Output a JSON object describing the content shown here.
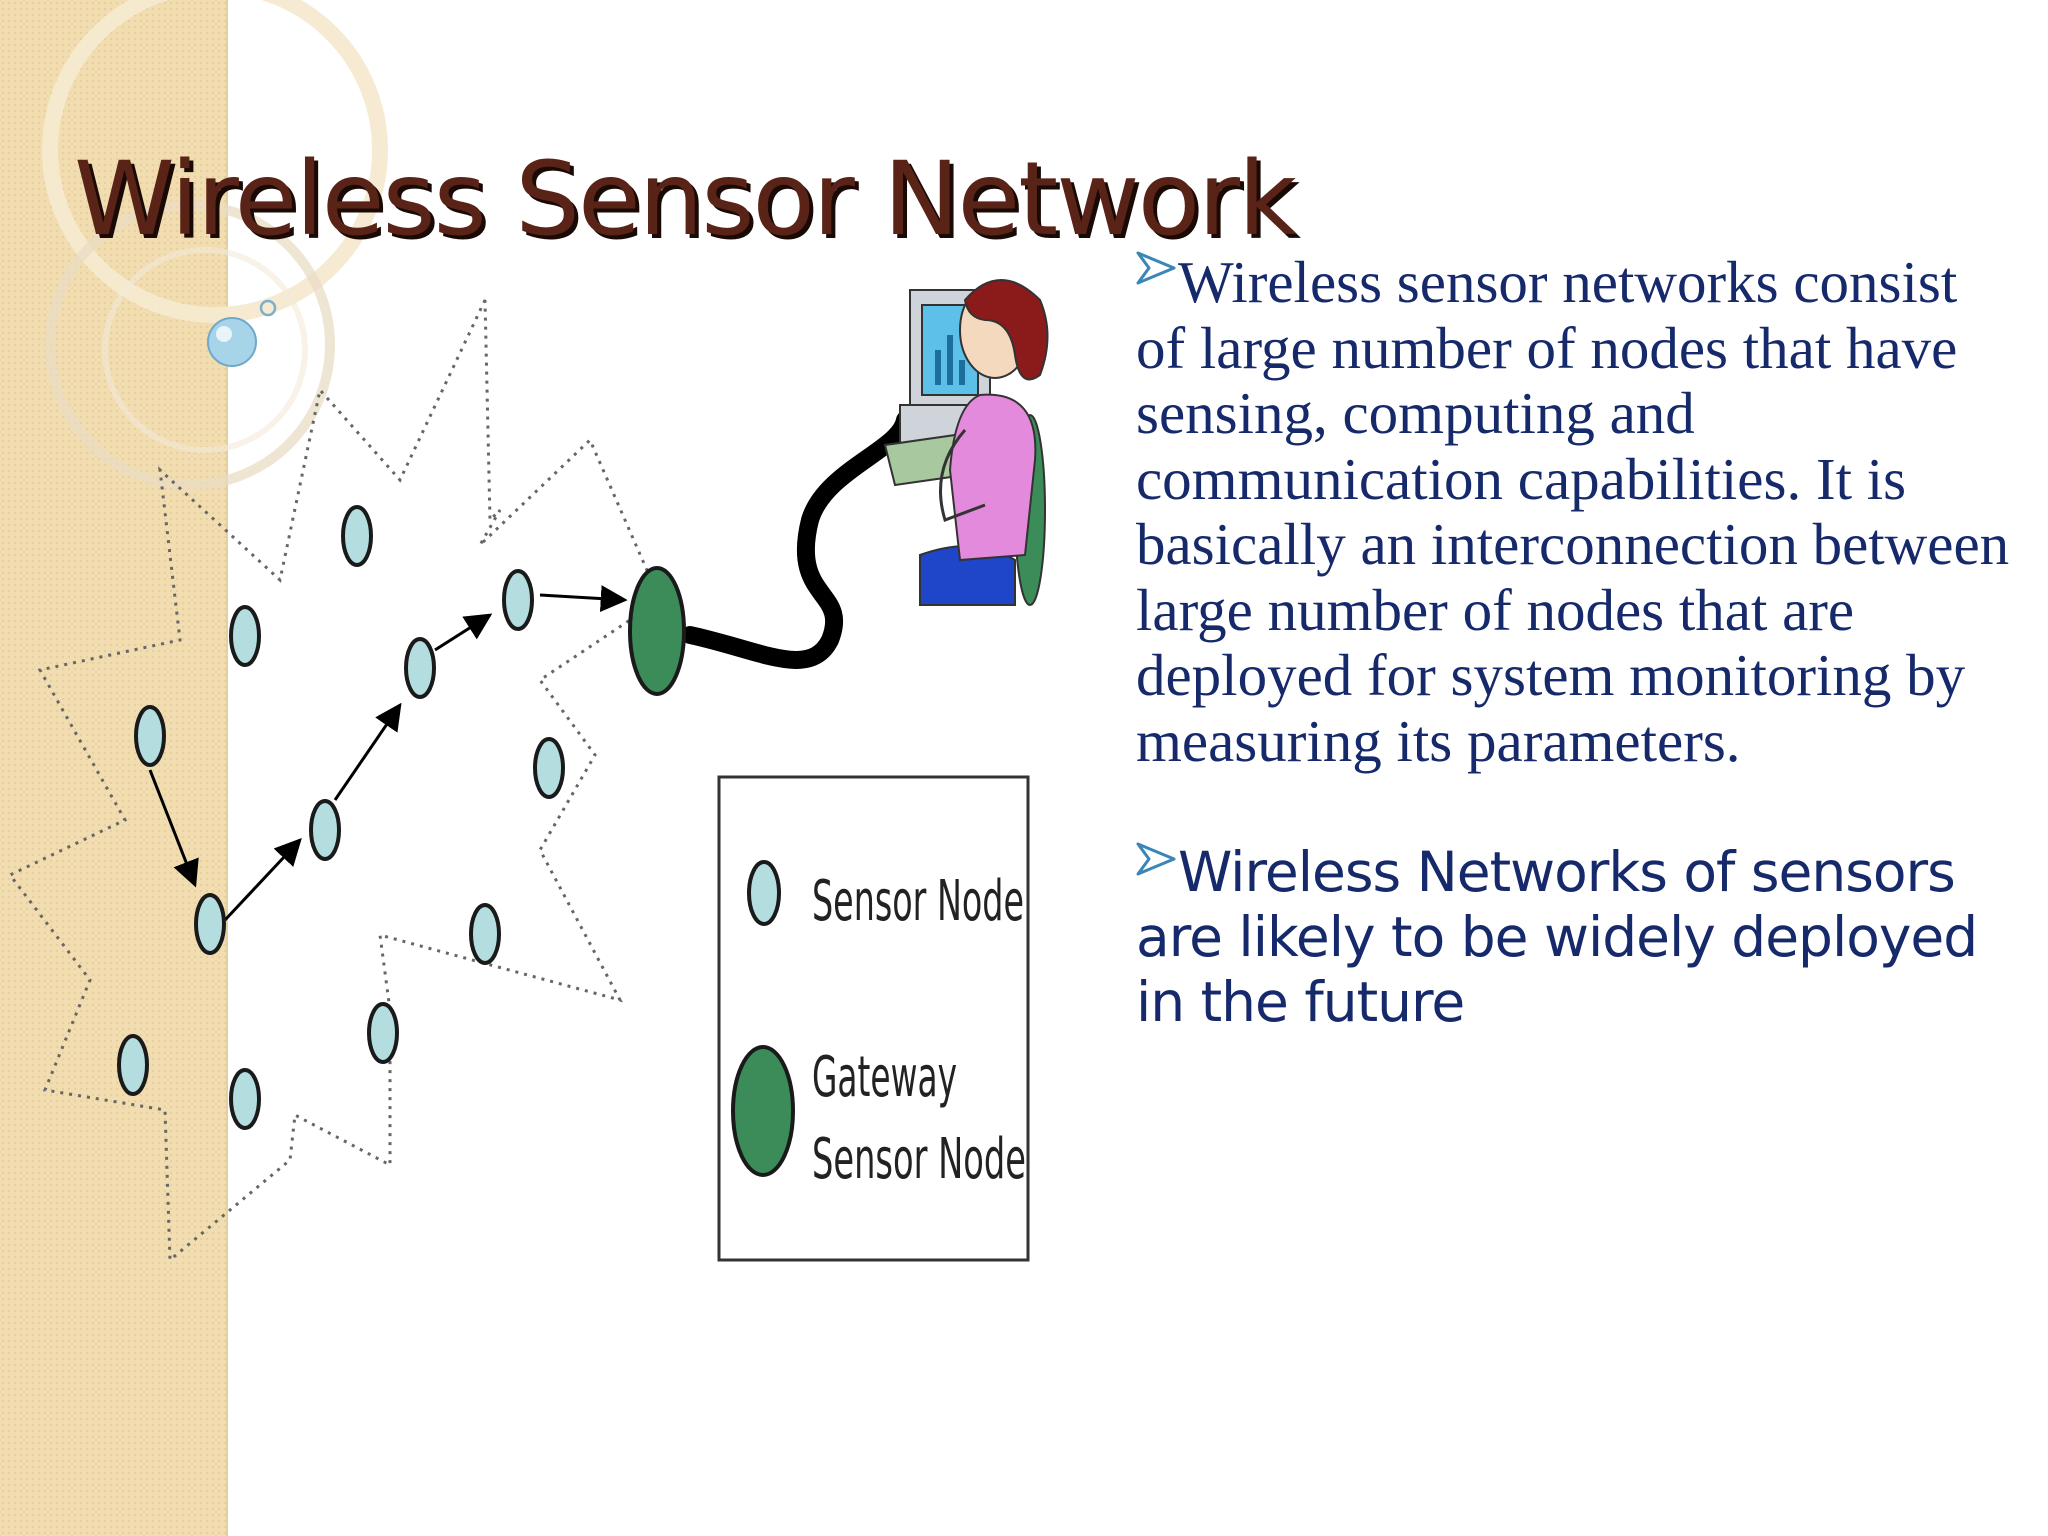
{
  "slide": {
    "title": "Wireless Sensor Network",
    "colors": {
      "title": "#5a2318",
      "title_shadow": "#1a0a06",
      "body_text": "#162a6b",
      "bullet_arrow": "#3a86b8",
      "side_band": "#f1ddb0",
      "sensor_node": "#b4dde0",
      "gateway_node": "#3c8c59"
    }
  },
  "diagram": {
    "legend": {
      "sensor_node_label": "Sensor Node",
      "gateway_label_line1": "Gateway",
      "gateway_label_line2": "Sensor Node"
    },
    "icons": [
      "sensor-node-icon",
      "gateway-node-icon",
      "user-at-computer-icon"
    ]
  },
  "bullets": [
    {
      "icon": "arrow-bullet-icon",
      "text": "Wireless sensor networks consist of large number of nodes that have sensing, computing and communication capabilities. It is basically an interconnection between large number of nodes that are deployed for system monitoring by measuring its parameters."
    },
    {
      "icon": "arrow-bullet-icon",
      "text": "Wireless Networks of sensors are likely to be widely deployed in the future"
    }
  ]
}
